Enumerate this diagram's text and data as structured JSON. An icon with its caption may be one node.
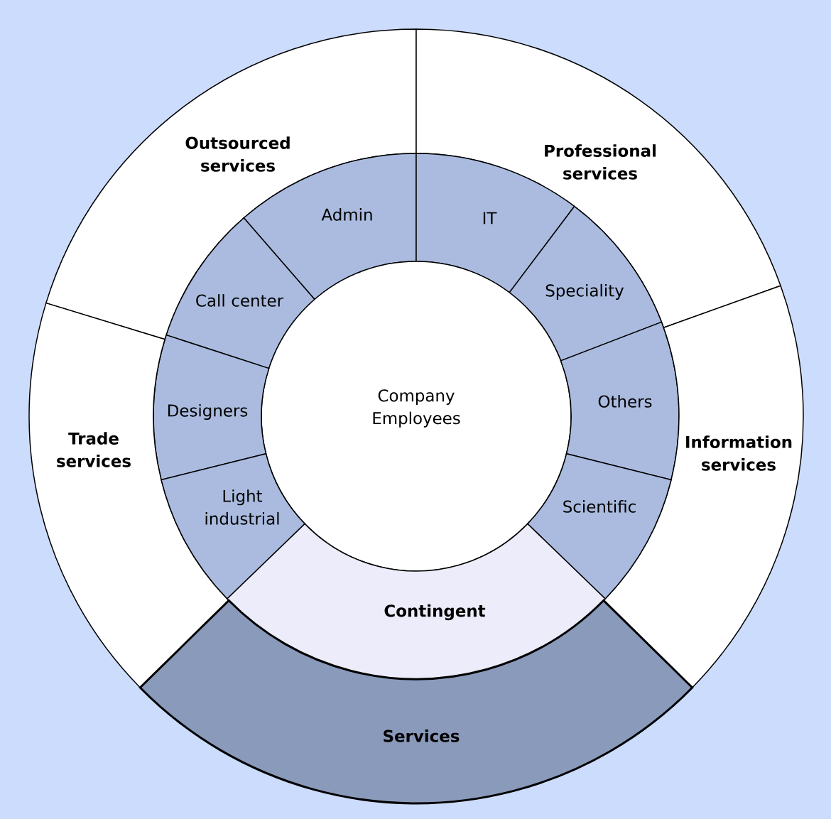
{
  "diagram": {
    "nodes": [
      {
        "text": [
          "Outsourced services"
        ]
      },
      {
        "text": [
          "Professional services"
        ]
      },
      {
        "text": [
          "Admin"
        ]
      },
      {
        "text": [
          "IT"
        ]
      },
      {
        "text": [
          "Call center"
        ]
      },
      {
        "text": [
          "Speciality"
        ]
      },
      {
        "text": [
          "Company Employees"
        ]
      },
      {
        "text": [
          "Designers"
        ]
      },
      {
        "text": [
          "Others"
        ]
      },
      {
        "text": [
          "Trade services"
        ]
      },
      {
        "text": [
          "Information services"
        ]
      },
      {
        "text": [
          "Light industrial"
        ]
      },
      {
        "text": [
          "Scientific"
        ]
      },
      {
        "text": [
          "Contingent"
        ]
      },
      {
        "text": [
          "Services"
        ]
      }
    ]
  }
}
